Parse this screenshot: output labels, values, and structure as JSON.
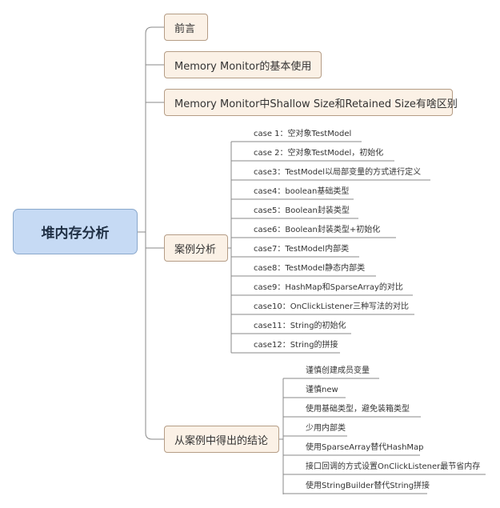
{
  "root": {
    "label": "堆内存分析"
  },
  "topics": [
    {
      "label": "前言"
    },
    {
      "label": "Memory Monitor的基本使用"
    },
    {
      "label": "Memory Monitor中Shallow Size和Retained Size有啥区别"
    },
    {
      "label": "案例分析"
    },
    {
      "label": "从案例中得出的结论"
    }
  ],
  "cases": [
    "case 1：空对象TestModel",
    "case 2：空对象TestModel，初始化",
    "case3：TestModel以局部变量的方式进行定义",
    "case4：boolean基础类型",
    "case5：Boolean封装类型",
    "case6：Boolean封装类型+初始化",
    "case7：TestModel内部类",
    "case8：TestModel静态内部类",
    "case9：HashMap和SparseArray的对比",
    "case10：OnClickListener三种写法的对比",
    "case11：String的初始化",
    "case12：String的拼接"
  ],
  "conclusions": [
    "谨慎创建成员变量",
    "谨慎new",
    "使用基础类型，避免装箱类型",
    "少用内部类",
    "使用SparseArray替代HashMap",
    "接口回调的方式设置OnClickListener最节省内存",
    "使用StringBuilder替代String拼接"
  ],
  "colors": {
    "root_fill": "#c6daf4",
    "topic_fill": "#fbf1e6",
    "line": "#888888"
  }
}
